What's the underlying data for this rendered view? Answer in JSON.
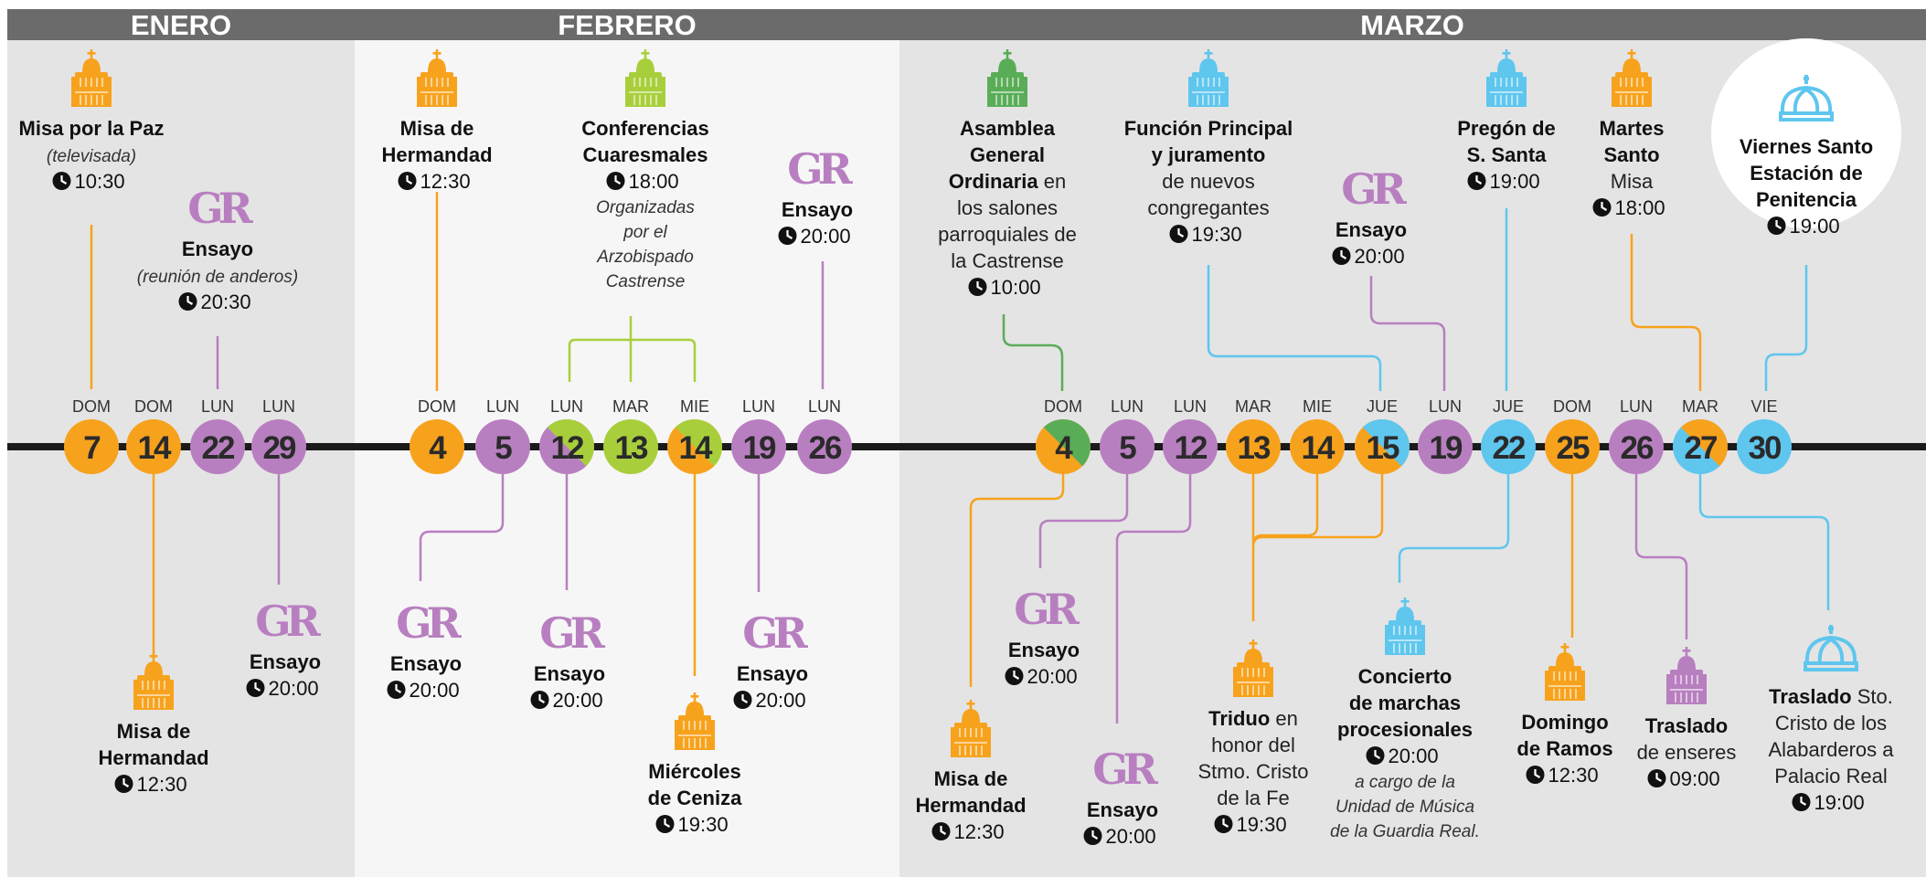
{
  "colors": {
    "orange": "#f7a21d",
    "purple": "#b87fc0",
    "green": "#a8cf3b",
    "darkgreen": "#5aad57",
    "blue": "#5fc6ee",
    "header_gray": "#6b6b6b",
    "band_gray": "#e4e4e4"
  },
  "months": [
    {
      "id": "enero",
      "label": "ENERO"
    },
    {
      "id": "febrero",
      "label": "FEBRERO"
    },
    {
      "id": "marzo",
      "label": "MARZO"
    }
  ],
  "days": [
    {
      "id": "ene7",
      "month": "enero",
      "dow": "DOM",
      "num": "7",
      "colors": [
        "orange"
      ]
    },
    {
      "id": "ene14",
      "month": "enero",
      "dow": "DOM",
      "num": "14",
      "colors": [
        "orange"
      ]
    },
    {
      "id": "ene22",
      "month": "enero",
      "dow": "LUN",
      "num": "22",
      "colors": [
        "purple"
      ]
    },
    {
      "id": "ene29",
      "month": "enero",
      "dow": "LUN",
      "num": "29",
      "colors": [
        "purple"
      ]
    },
    {
      "id": "feb4",
      "month": "febrero",
      "dow": "DOM",
      "num": "4",
      "colors": [
        "orange"
      ]
    },
    {
      "id": "feb5",
      "month": "febrero",
      "dow": "LUN",
      "num": "5",
      "colors": [
        "purple"
      ]
    },
    {
      "id": "feb12",
      "month": "febrero",
      "dow": "LUN",
      "num": "12",
      "colors": [
        "green",
        "purple"
      ]
    },
    {
      "id": "feb13",
      "month": "febrero",
      "dow": "MAR",
      "num": "13",
      "colors": [
        "green"
      ]
    },
    {
      "id": "feb14",
      "month": "febrero",
      "dow": "MIE",
      "num": "14",
      "colors": [
        "green",
        "orange"
      ]
    },
    {
      "id": "feb19",
      "month": "febrero",
      "dow": "LUN",
      "num": "19",
      "colors": [
        "purple"
      ]
    },
    {
      "id": "feb26",
      "month": "febrero",
      "dow": "LUN",
      "num": "26",
      "colors": [
        "purple"
      ]
    },
    {
      "id": "mar4",
      "month": "marzo",
      "dow": "DOM",
      "num": "4",
      "colors": [
        "darkgreen",
        "orange"
      ]
    },
    {
      "id": "mar5",
      "month": "marzo",
      "dow": "LUN",
      "num": "5",
      "colors": [
        "purple"
      ]
    },
    {
      "id": "mar12",
      "month": "marzo",
      "dow": "LUN",
      "num": "12",
      "colors": [
        "purple"
      ]
    },
    {
      "id": "mar13",
      "month": "marzo",
      "dow": "MAR",
      "num": "13",
      "colors": [
        "orange"
      ]
    },
    {
      "id": "mar14",
      "month": "marzo",
      "dow": "MIE",
      "num": "14",
      "colors": [
        "orange"
      ]
    },
    {
      "id": "mar15",
      "month": "marzo",
      "dow": "JUE",
      "num": "15",
      "colors": [
        "blue",
        "orange"
      ]
    },
    {
      "id": "mar19",
      "month": "marzo",
      "dow": "LUN",
      "num": "19",
      "colors": [
        "purple"
      ]
    },
    {
      "id": "mar22",
      "month": "marzo",
      "dow": "JUE",
      "num": "22",
      "colors": [
        "blue"
      ]
    },
    {
      "id": "mar25",
      "month": "marzo",
      "dow": "DOM",
      "num": "25",
      "colors": [
        "orange"
      ]
    },
    {
      "id": "mar26",
      "month": "marzo",
      "dow": "LUN",
      "num": "26",
      "colors": [
        "purple"
      ]
    },
    {
      "id": "mar27",
      "month": "marzo",
      "dow": "MAR",
      "num": "27",
      "colors": [
        "orange",
        "blue"
      ]
    },
    {
      "id": "mar30",
      "month": "marzo",
      "dow": "VIE",
      "num": "30",
      "colors": [
        "blue"
      ]
    }
  ],
  "events": [
    {
      "id": "misa-paz",
      "icon": "church-icon",
      "color": "orange",
      "lines": [
        {
          "t": "Misa por la Paz",
          "s": "b"
        },
        {
          "t": "(televisada)",
          "s": "i"
        }
      ],
      "time": "10:30"
    },
    {
      "id": "ensayo-ene22",
      "icon": "gr-monogram-icon",
      "color": "purple",
      "lines": [
        {
          "t": "Ensayo",
          "s": "b"
        },
        {
          "t": "(reunión de anderos)",
          "s": "i"
        }
      ],
      "time": "20:30"
    },
    {
      "id": "misa-herm-ene14",
      "icon": "church-icon",
      "color": "orange",
      "lines": [
        {
          "t": "Misa de",
          "s": "b"
        },
        {
          "t": "Hermandad",
          "s": "b"
        }
      ],
      "time": "12:30"
    },
    {
      "id": "ensayo-ene29",
      "icon": "gr-monogram-icon",
      "color": "purple",
      "lines": [
        {
          "t": "Ensayo",
          "s": "b"
        }
      ],
      "time": "20:00"
    },
    {
      "id": "misa-herm-feb4",
      "icon": "church-icon",
      "color": "orange",
      "lines": [
        {
          "t": "Misa de",
          "s": "b"
        },
        {
          "t": "Hermandad",
          "s": "b"
        }
      ],
      "time": "12:30"
    },
    {
      "id": "conferencias",
      "icon": "church-icon",
      "color": "green",
      "lines": [
        {
          "t": "Conferencias",
          "s": "b"
        },
        {
          "t": "Cuaresmales",
          "s": "b"
        }
      ],
      "time": "18:00",
      "after": [
        {
          "t": "Organizadas",
          "s": "i"
        },
        {
          "t": "por el",
          "s": "i"
        },
        {
          "t": "Arzobispado",
          "s": "i"
        },
        {
          "t": "Castrense",
          "s": "i"
        }
      ]
    },
    {
      "id": "ensayo-feb26",
      "icon": "gr-monogram-icon",
      "color": "purple",
      "lines": [
        {
          "t": "Ensayo",
          "s": "b"
        }
      ],
      "time": "20:00"
    },
    {
      "id": "ensayo-feb5",
      "icon": "gr-monogram-icon",
      "color": "purple",
      "lines": [
        {
          "t": "Ensayo",
          "s": "b"
        }
      ],
      "time": "20:00"
    },
    {
      "id": "ensayo-feb12",
      "icon": "gr-monogram-icon",
      "color": "purple",
      "lines": [
        {
          "t": "Ensayo",
          "s": "b"
        }
      ],
      "time": "20:00"
    },
    {
      "id": "miercoles-ceniza",
      "icon": "church-icon",
      "color": "orange",
      "lines": [
        {
          "t": "Miércoles",
          "s": "b"
        },
        {
          "t": "de Ceniza",
          "s": "b"
        }
      ],
      "time": "19:30"
    },
    {
      "id": "ensayo-feb19",
      "icon": "gr-monogram-icon",
      "color": "purple",
      "lines": [
        {
          "t": "Ensayo",
          "s": "b"
        }
      ],
      "time": "20:00"
    },
    {
      "id": "asamblea",
      "icon": "church-icon",
      "color": "darkgreen",
      "lines": [
        {
          "t": "Asamblea",
          "s": "b"
        },
        {
          "t": "General",
          "s": "b"
        },
        {
          "b": "Ordinaria",
          "n": " en"
        },
        {
          "t": "los salones",
          "s": "n"
        },
        {
          "t": "parroquiales de",
          "s": "n"
        },
        {
          "t": "la Castrense",
          "s": "n"
        }
      ],
      "time": "10:00"
    },
    {
      "id": "funcion-principal",
      "icon": "church-icon",
      "color": "blue",
      "lines": [
        {
          "t": "Función Principal",
          "s": "b"
        },
        {
          "t": "y juramento",
          "s": "b"
        },
        {
          "t": "de nuevos",
          "s": "n"
        },
        {
          "t": "congregantes",
          "s": "n"
        }
      ],
      "time": "19:30"
    },
    {
      "id": "ensayo-mar19",
      "icon": "gr-monogram-icon",
      "color": "purple",
      "lines": [
        {
          "t": "Ensayo",
          "s": "b"
        }
      ],
      "time": "20:00"
    },
    {
      "id": "pregon",
      "icon": "church-icon",
      "color": "blue",
      "lines": [
        {
          "t": "Pregón de",
          "s": "b"
        },
        {
          "t": "S. Santa",
          "s": "b"
        }
      ],
      "time": "19:00"
    },
    {
      "id": "martes-santo",
      "icon": "church-icon",
      "color": "orange",
      "lines": [
        {
          "t": "Martes",
          "s": "b"
        },
        {
          "t": "Santo",
          "s": "b"
        },
        {
          "t": "Misa",
          "s": "n"
        }
      ],
      "time": "18:00"
    },
    {
      "id": "viernes-santo",
      "icon": "crown-icon",
      "color": "blue",
      "lines": [
        {
          "t": "Viernes Santo",
          "s": "b"
        },
        {
          "t": "Estación de",
          "s": "b"
        },
        {
          "t": "Penitencia",
          "s": "b"
        }
      ],
      "time": "19:00"
    },
    {
      "id": "misa-herm-mar4",
      "icon": "church-icon",
      "color": "orange",
      "lines": [
        {
          "t": "Misa de",
          "s": "b"
        },
        {
          "t": "Hermandad",
          "s": "b"
        }
      ],
      "time": "12:30"
    },
    {
      "id": "ensayo-mar5",
      "icon": "gr-monogram-icon",
      "color": "purple",
      "lines": [
        {
          "t": "Ensayo",
          "s": "b"
        }
      ],
      "time": "20:00"
    },
    {
      "id": "ensayo-mar12",
      "icon": "gr-monogram-icon",
      "color": "purple",
      "lines": [
        {
          "t": "Ensayo",
          "s": "b"
        }
      ],
      "time": "20:00"
    },
    {
      "id": "triduo",
      "icon": "church-icon",
      "color": "orange",
      "lines": [
        {
          "b": "Triduo",
          "n": " en"
        },
        {
          "t": "honor del",
          "s": "n"
        },
        {
          "t": "Stmo. Cristo",
          "s": "n"
        },
        {
          "t": "de la Fe",
          "s": "n"
        }
      ],
      "time": "19:30"
    },
    {
      "id": "concierto",
      "icon": "church-icon",
      "color": "blue",
      "lines": [
        {
          "t": "Concierto",
          "s": "b"
        },
        {
          "t": "de marchas",
          "s": "b"
        },
        {
          "t": "procesionales",
          "s": "b"
        }
      ],
      "time": "20:00",
      "after": [
        {
          "t": "a cargo de la",
          "s": "i"
        },
        {
          "t": "Unidad de Música",
          "s": "i"
        },
        {
          "t": "de la Guardia Real.",
          "s": "i"
        }
      ]
    },
    {
      "id": "domingo-ramos",
      "icon": "church-icon",
      "color": "orange",
      "lines": [
        {
          "t": "Domingo",
          "s": "b"
        },
        {
          "t": "de Ramos",
          "s": "b"
        }
      ],
      "time": "12:30"
    },
    {
      "id": "traslado-enseres",
      "icon": "church-icon",
      "color": "purple",
      "lines": [
        {
          "t": "Traslado",
          "s": "b"
        },
        {
          "t": "de enseres",
          "s": "n"
        }
      ],
      "time": "09:00"
    },
    {
      "id": "traslado-cristo",
      "icon": "crown-icon",
      "color": "blue",
      "lines": [
        {
          "b": "Traslado",
          "n": " Sto."
        },
        {
          "t": "Cristo de los",
          "s": "n"
        },
        {
          "t": "Alabarderos a",
          "s": "n"
        },
        {
          "t": "Palacio Real",
          "s": "n"
        }
      ],
      "time": "19:00"
    }
  ]
}
